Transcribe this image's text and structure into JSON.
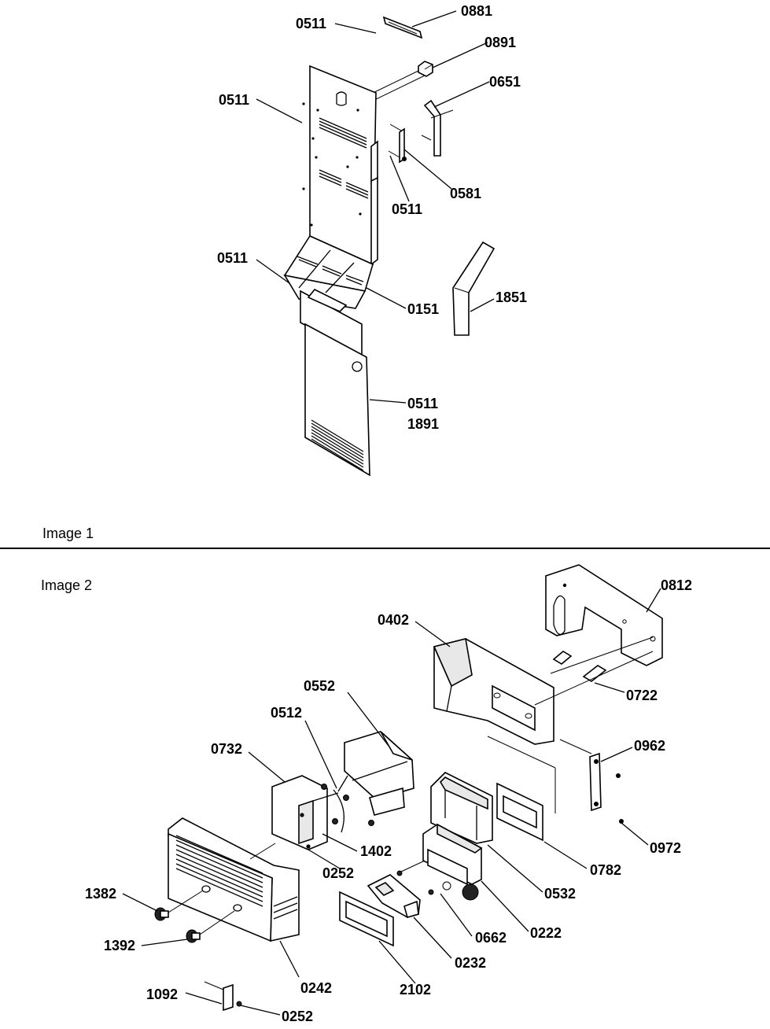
{
  "captions": {
    "image1": "Image 1",
    "image2": "Image 2"
  },
  "image1_labels": {
    "l0511_top": "0511",
    "l0881": "0881",
    "l0891": "0891",
    "l0651": "0651",
    "l0511_left": "0511",
    "l0581": "0581",
    "l0511_mid": "0511",
    "l0511_low": "0511",
    "l0151": "0151",
    "l1851": "1851",
    "l0511_cover": "0511",
    "l1891": "1891"
  },
  "image2_labels": {
    "l0812": "0812",
    "l0402": "0402",
    "l0722": "0722",
    "l0552": "0552",
    "l0512": "0512",
    "l0732": "0732",
    "l0962": "0962",
    "l1402": "1402",
    "l0252a": "0252",
    "l0972": "0972",
    "l0782": "0782",
    "l0532": "0532",
    "l1382": "1382",
    "l0222": "0222",
    "l0662": "0662",
    "l1392": "1392",
    "l0232": "0232",
    "l0242": "0242",
    "l2102": "2102",
    "l1092": "1092",
    "l0252b": "0252"
  }
}
